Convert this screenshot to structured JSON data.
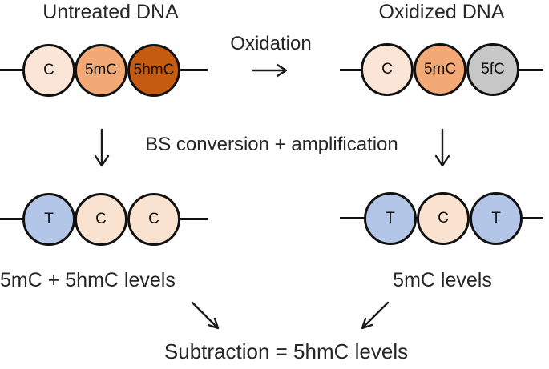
{
  "diagram": {
    "untreated": {
      "title": "Untreated DNA",
      "bases": [
        {
          "label": "C",
          "color": "#fbe5d6"
        },
        {
          "label": "5mC",
          "color": "#f2a975"
        },
        {
          "label": "5hmC",
          "color": "#c55a11"
        }
      ]
    },
    "oxidized": {
      "title": "Oxidized DNA",
      "bases": [
        {
          "label": "C",
          "color": "#fbe5d6"
        },
        {
          "label": "5mC",
          "color": "#f2a975"
        },
        {
          "label": "5fC",
          "color": "#c7c7c7"
        }
      ]
    },
    "oxidation_arrow_label": "Oxidation",
    "bs_arrow_label": "BS conversion + amplification",
    "bs_left": {
      "caption": "5mC + 5hmC levels",
      "bases": [
        {
          "label": "T",
          "color": "#b4c6e7"
        },
        {
          "label": "C",
          "color": "#f9e2cf"
        },
        {
          "label": "C",
          "color": "#f9e2cf"
        }
      ]
    },
    "bs_right": {
      "caption": "5mC levels",
      "bases": [
        {
          "label": "T",
          "color": "#b4c6e7"
        },
        {
          "label": "C",
          "color": "#f9e2cf"
        },
        {
          "label": "T",
          "color": "#b4c6e7"
        }
      ]
    },
    "result_label": "Subtraction = 5hmC levels"
  },
  "colors": {
    "background": "#ffffff",
    "stroke": "#111111",
    "text": "#262626"
  }
}
